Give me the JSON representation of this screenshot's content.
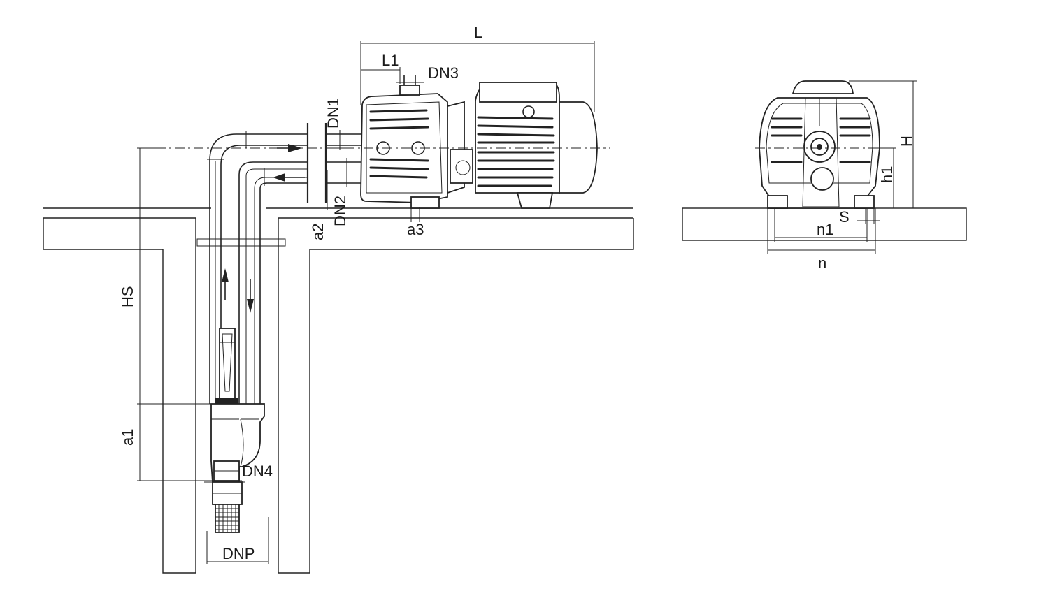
{
  "labels": {
    "L": "L",
    "L1": "L1",
    "DN3": "DN3",
    "DN1": "DN1",
    "DN2": "DN2",
    "a2": "a2",
    "a3": "a3",
    "HS": "HS",
    "a1": "a1",
    "DN4": "DN4",
    "DNP": "DNP",
    "H": "H",
    "h1": "h1",
    "S": "S",
    "n1": "n1",
    "n": "n"
  }
}
